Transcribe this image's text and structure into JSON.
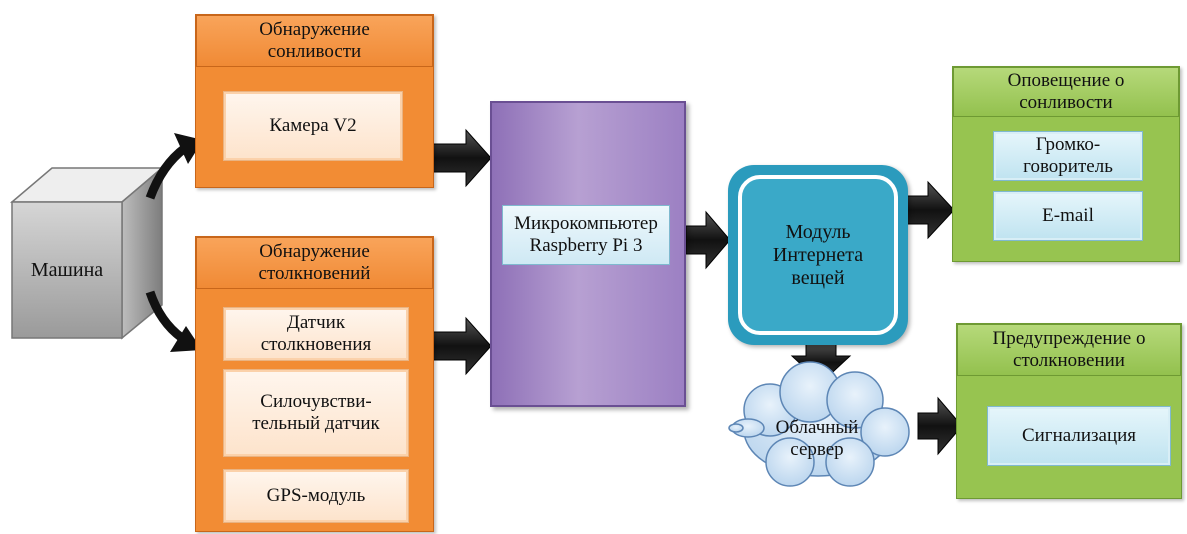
{
  "machine": {
    "label": "Машина"
  },
  "drowsiness_detection": {
    "title": "Обнаружение\nсонливости",
    "items": [
      "Камера V2"
    ]
  },
  "collision_detection": {
    "title": "Обнаружение\nстолкновений",
    "items": [
      "Датчик\nстолкновения",
      "Силочувстви-\nтельный датчик",
      "GPS-модуль"
    ]
  },
  "microcomputer": {
    "label": "Микрокомпьютер\nRaspberry Pi 3"
  },
  "iot_module": {
    "label": "Модуль\nИнтернета\nвещей"
  },
  "cloud": {
    "label": "Облачный\nсервер"
  },
  "drowsiness_alert": {
    "title": "Оповещение о\nсонливости",
    "items": [
      "Громко-\nговоритель",
      "E-mail"
    ]
  },
  "collision_warning": {
    "title": "Предупреждение о\nстолкновении",
    "items": [
      "Сигнализация"
    ]
  },
  "colors": {
    "orange": "#f28c34",
    "green": "#97c450",
    "purple": "#9c80c3",
    "teal": "#2b9bbd",
    "cloud": "#c6def2"
  }
}
